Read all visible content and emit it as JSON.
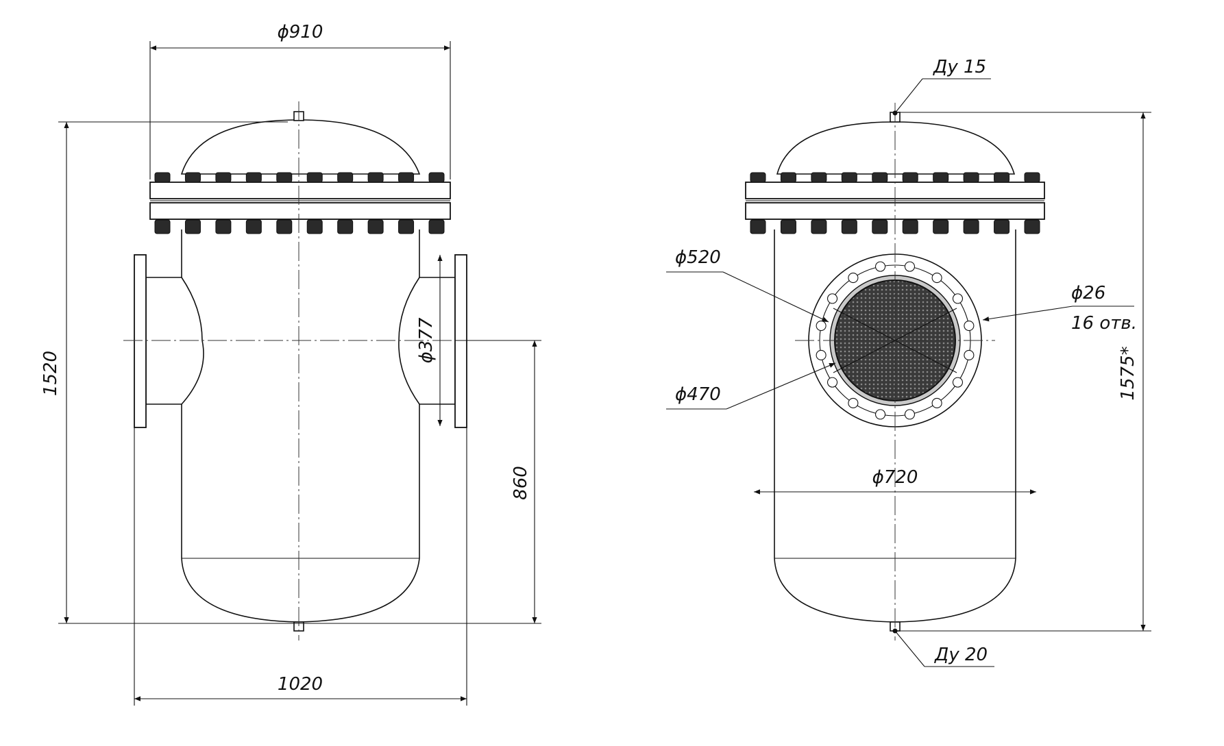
{
  "front_view": {
    "dim_flange_diameter": "ϕ910",
    "dim_total_height": "1520",
    "dim_nozzle_diameter": "ϕ377",
    "dim_nozzle_height": "860",
    "dim_total_width": "1020"
  },
  "side_view": {
    "label_top_port": "Ду 15",
    "label_bottom_port": "Ду 20",
    "dim_outer_diameter": "ϕ520",
    "dim_inner_diameter": "ϕ470",
    "dim_hole_diameter": "ϕ26",
    "dim_hole_count": "16 отв.",
    "dim_vessel_diameter": "ϕ720",
    "dim_total_height": "1575*"
  }
}
